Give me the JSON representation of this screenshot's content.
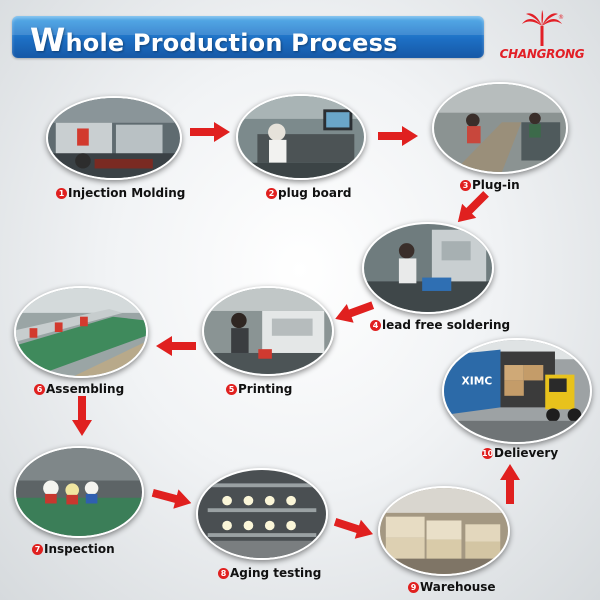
{
  "header": {
    "title_first_letter": "W",
    "title_rest": "hole Production Process"
  },
  "logo": {
    "brand": "CHANGRONG",
    "mark": "®",
    "color": "#e21f26"
  },
  "accent_color": "#e0201f",
  "steps": [
    {
      "num": "1",
      "label": "Injection Molding"
    },
    {
      "num": "2",
      "label": "plug board"
    },
    {
      "num": "3",
      "label": "Plug-in"
    },
    {
      "num": "4",
      "label": "lead free soldering"
    },
    {
      "num": "5",
      "label": "Printing"
    },
    {
      "num": "6",
      "label": "Assembling"
    },
    {
      "num": "7",
      "label": "Inspection"
    },
    {
      "num": "8",
      "label": "Aging testing"
    },
    {
      "num": "9",
      "label": "Warehouse"
    },
    {
      "num": "10",
      "label": "Delievery"
    }
  ],
  "container_text": "XIMC"
}
